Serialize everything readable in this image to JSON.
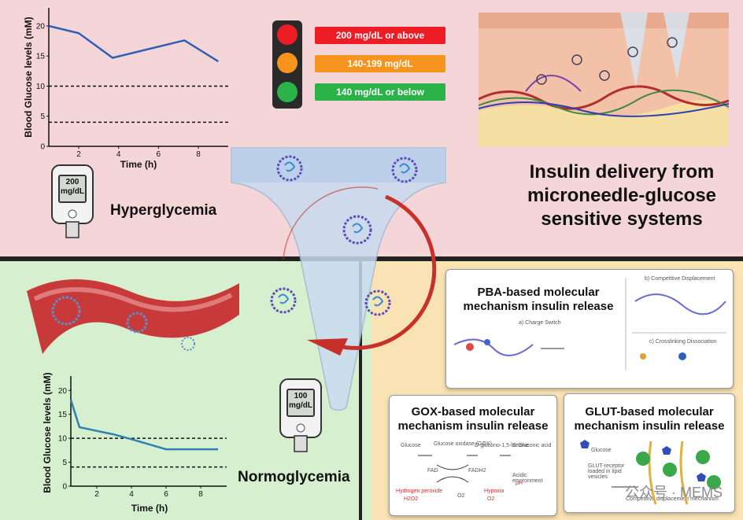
{
  "title_lines": [
    "Insulin delivery from",
    "microneedle-glucose",
    "sensitive systems"
  ],
  "hyper": {
    "label": "Hyperglycemia",
    "meter_value": "200",
    "meter_unit": "mg/dL",
    "chart": {
      "ylabel": "Blood Glucose levels (mM)",
      "xlabel": "Time (h)",
      "yticks": [
        "0",
        "5",
        "10",
        "15",
        "20"
      ],
      "xticks": [
        "2",
        "4",
        "6",
        "8"
      ]
    }
  },
  "normo": {
    "label": "Normoglycemia",
    "meter_value": "100",
    "meter_unit": "mg/dL",
    "chart": {
      "ylabel": "Blood Glucose levels (mM)",
      "xlabel": "Time (h)",
      "yticks": [
        "0",
        "5",
        "10",
        "15",
        "20"
      ],
      "xticks": [
        "2",
        "4",
        "6",
        "8"
      ]
    }
  },
  "traffic_light": [
    {
      "label": "200 mg/dL or above",
      "color": "#ee1c25"
    },
    {
      "label": "140-199 mg/dL",
      "color": "#f7941d"
    },
    {
      "label": "140 mg/dL or below",
      "color": "#2bb34a"
    }
  ],
  "cards": {
    "pba": {
      "title_lines": [
        "PBA-based molecular",
        "mechanism insulin release"
      ],
      "sub_a": "a) Charge Switch",
      "sub_b": "b) Competitive Displacement",
      "sub_c": "c) Crosslinking Dissociation"
    },
    "gox": {
      "title_lines": [
        "GOX-based molecular",
        "mechanism insulin release"
      ],
      "labels": [
        "Glucose",
        "Glucose oxidase (GOX)",
        "D-glucono-1,5-lactone",
        "D-Gluconic acid",
        "FAD",
        "FADH2",
        "Acidic environment",
        "pH",
        "Hydrogen peroxide",
        "H2O2",
        "O2",
        "Hypoxia",
        "O2"
      ]
    },
    "glut": {
      "title_lines": [
        "GLUT-based molecular",
        "mechanism insulin release"
      ],
      "labels": [
        "Glucose",
        "GLUT-receptor loaded in lipid vesicles",
        "Competitive displacement mechanism"
      ]
    }
  },
  "charts": [
    {
      "id": "hyperglycemia",
      "type": "line",
      "xlabel": "Time (h)",
      "ylabel": "Blood Glucose levels (mM)",
      "x": [
        0.5,
        2,
        3.7,
        7.3,
        9
      ],
      "y": [
        20,
        18.8,
        14.7,
        17.6,
        14.1
      ],
      "reference_lines": [
        10,
        4
      ],
      "xlim": [
        0.5,
        9.5
      ],
      "ylim": [
        0,
        23
      ],
      "color": "#2f5fb3"
    },
    {
      "id": "normoglycemia",
      "type": "line",
      "xlabel": "Time (h)",
      "ylabel": "Blood Glucose levels (mM)",
      "x": [
        0.5,
        1,
        3,
        4,
        6,
        9
      ],
      "y": [
        18,
        12.3,
        10.8,
        9.8,
        7.7,
        7.7
      ],
      "reference_lines": [
        10,
        4
      ],
      "xlim": [
        0.5,
        9.5
      ],
      "ylim": [
        0,
        23
      ],
      "color": "#2f7fb3"
    }
  ],
  "watermark": "公众号 · MEMS",
  "colors": {
    "pink_bg": "#f5d6d8",
    "green_bg": "#d6f0cf",
    "yellow_bg": "#f9e2b4",
    "cycle_arrow": "#c8312b"
  }
}
